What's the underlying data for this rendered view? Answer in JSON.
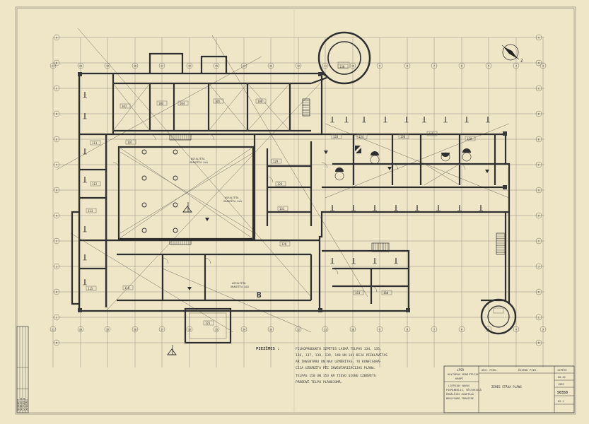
{
  "notes": {
    "heading": "PIEZĪMES :",
    "line1": "FILKOPRODUKTU IZPĒTES LAIKĀ TELPAS 134, 135,",
    "line2": "136, 137, 138, 139, 140 UN 141 BIJA PIEKLĀVĒTAS",
    "line3": "AR INVENTĀRU UN NAV UZMĒRĪTAS. TO KONFIGURĀ-",
    "line4": "CIJA UZRĀDĪTA PĒC INVENTARIZĀCIJAS PLĀNA.",
    "line5": "TELPAS 150 UN 153 AR TIEVO SIENU IZBŪVĒTS",
    "line6": "PĀRBŪVĒ TELPU PLĀNOJUMĀ."
  },
  "title_block": {
    "org1": "LPSR",
    "org2": "KULTŪRAS MINISTRIJA",
    "org3": "KRRPI",
    "obj1": "LIEPĀJAS NAVAS",
    "obj2": "PIEMINEKLIS, VĒSTURISKĀ",
    "obj3": "ĒRBĀLĒJĀS KVARTĀLĀ",
    "obj4": "BOULEVARD FOKUSIRE",
    "role1": "ARH. PIEK.",
    "role2": "ĒDIENU PIEG.",
    "sheet_title": "ZEMES STĀVA PLĀNS",
    "stage": "IZPĒTE",
    "code1": "80-02",
    "code2": "1982",
    "number": "50358",
    "sheet": "02-1"
  },
  "rooms": {
    "B": "B",
    "r107": "107",
    "r102": "102",
    "r103": "103",
    "r104": "104",
    "r105": "105",
    "r106": "106",
    "r111": "111",
    "r112": "112",
    "r113": "113",
    "r115": "115",
    "r118": "118",
    "r121": "121",
    "r126": "126",
    "r128": "128",
    "r129": "129",
    "r131": "131",
    "r133": "133",
    "r134": "134",
    "r136": "136",
    "r145": "145",
    "r150": "150",
    "r153": "153",
    "r160": "160",
    "r130": "130"
  },
  "annotations": {
    "court1": "ASFALTĒTA",
    "court1b": "GRANTĒTA ALĀ",
    "court2": "ASFALTĒTA",
    "court2b": "GRANTĒTA ALĀ",
    "court3": "ASFALTĒTA",
    "court3b": "GRANTĒTA ALĀ",
    "north": "Z"
  },
  "axis_labels_top": [
    "21",
    "20",
    "19",
    "18",
    "17",
    "16",
    "15",
    "14",
    "13",
    "12",
    "11",
    "10",
    "9",
    "8",
    "7",
    "6",
    "5",
    "4",
    "3",
    "2",
    "1"
  ],
  "axis_labels_left": [
    "A",
    "B",
    "C",
    "D",
    "E",
    "F",
    "G",
    "H",
    "I",
    "J",
    "K",
    "L",
    "M",
    "N",
    "O"
  ],
  "side_stamp": {
    "c1": "SASKAŅOTS",
    "c2": "PĀRBAUDĪJA",
    "c3": "IZSTRĀDĀJA",
    "c4": "INVENTĀRS"
  },
  "colors": {
    "paper": "#efe6c8",
    "ink": "#2e2e2e",
    "grid": "#8a8679"
  }
}
